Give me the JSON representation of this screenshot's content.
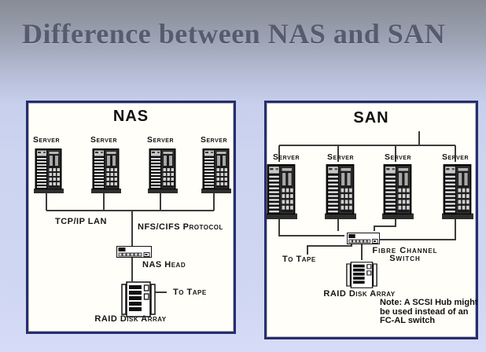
{
  "slide": {
    "title": "Difference between NAS and SAN"
  },
  "nas": {
    "title": "NAS",
    "servers": [
      "Server",
      "Server",
      "Server",
      "Server"
    ],
    "lan_label": "TCP/IP LAN",
    "protocol_label": "NFS/CIFS Protocol",
    "head_label": "NAS Head",
    "tape_label": "To Tape",
    "raid_label": "RAID Disk Array"
  },
  "san": {
    "title": "SAN",
    "servers": [
      "Server",
      "Server",
      "Server",
      "Server"
    ],
    "switch_label_line1": "Fibre Channel",
    "switch_label_line2": "Switch",
    "tape_label": "To Tape",
    "raid_label": "RAID Disk Array",
    "note_lines": [
      "Note: A SCSI Hub might",
      "be used instead of an",
      "FC-AL switch"
    ]
  },
  "colors": {
    "slide_gradient_top": "#878b95",
    "slide_gradient_bottom": "#d6dcf7",
    "box_border": "#252e6f",
    "box_background": "#fffef8",
    "title_text": "#565c6e",
    "diagram_text": "#151515",
    "connector_line": "#3c3c3c"
  }
}
